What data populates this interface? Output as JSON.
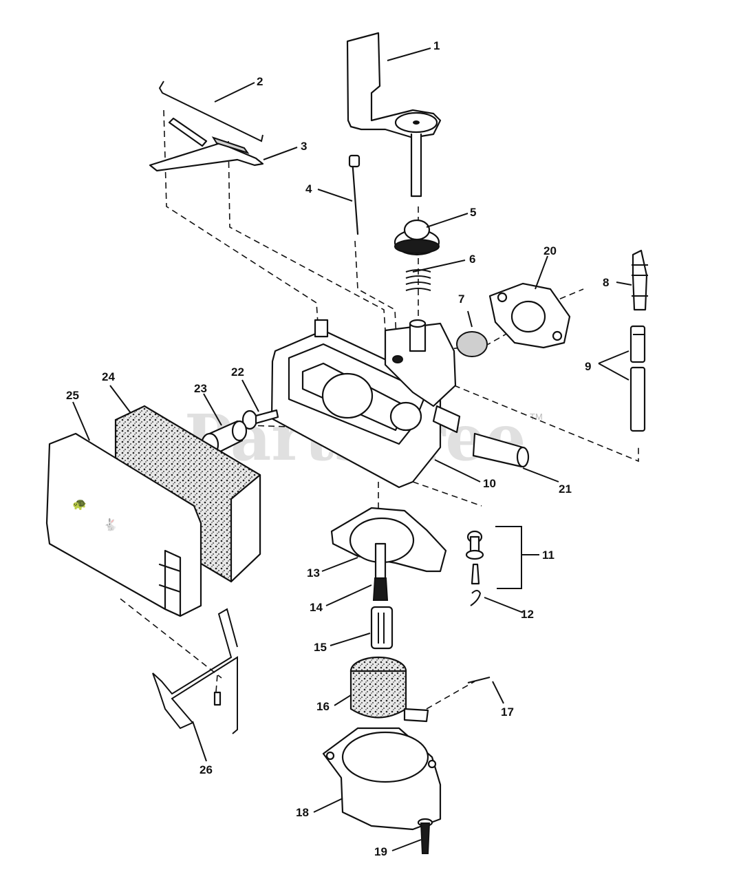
{
  "watermark": {
    "text": "PartsTree",
    "trademark": "TM"
  },
  "callouts": [
    {
      "id": "1",
      "label": "1"
    },
    {
      "id": "2",
      "label": "2"
    },
    {
      "id": "3",
      "label": "3"
    },
    {
      "id": "4",
      "label": "4"
    },
    {
      "id": "5",
      "label": "5"
    },
    {
      "id": "6",
      "label": "6"
    },
    {
      "id": "7",
      "label": "7"
    },
    {
      "id": "8",
      "label": "8"
    },
    {
      "id": "9",
      "label": "9"
    },
    {
      "id": "10",
      "label": "10"
    },
    {
      "id": "11",
      "label": "11"
    },
    {
      "id": "12",
      "label": "12"
    },
    {
      "id": "13",
      "label": "13"
    },
    {
      "id": "14",
      "label": "14"
    },
    {
      "id": "15",
      "label": "15"
    },
    {
      "id": "16",
      "label": "16"
    },
    {
      "id": "17",
      "label": "17"
    },
    {
      "id": "18",
      "label": "18"
    },
    {
      "id": "19",
      "label": "19"
    },
    {
      "id": "20",
      "label": "20"
    },
    {
      "id": "21",
      "label": "21"
    },
    {
      "id": "22",
      "label": "22"
    },
    {
      "id": "23",
      "label": "23"
    },
    {
      "id": "24",
      "label": "24"
    },
    {
      "id": "25",
      "label": "25"
    },
    {
      "id": "26",
      "label": "26"
    }
  ]
}
